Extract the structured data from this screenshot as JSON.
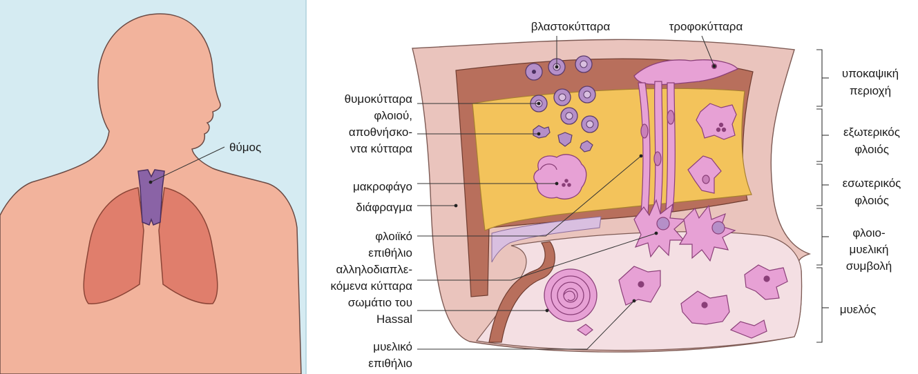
{
  "left_panel": {
    "organ_label": "θύμος"
  },
  "diagram": {
    "top_labels": [
      "βλαστοκύτταρα",
      "τροφοκύτταρα"
    ],
    "left_labels": [
      [
        "θυμοκύτταρα",
        "φλοιού,",
        "αποθνήσκο-",
        "ντα κύτταρα"
      ],
      [
        "μακροφάγο"
      ],
      [
        "διάφραγμα"
      ],
      [
        "φλοιϊκό",
        "επιθήλιο"
      ],
      [
        "αλληλοδιαπλε-",
        "κόμενα κύτταρα"
      ],
      [
        "σωμάτιο του",
        "Hassal"
      ],
      [
        "μυελικό",
        "επιθήλιο"
      ]
    ],
    "region_labels": [
      [
        "υποκαψική",
        "περιοχή"
      ],
      [
        "εξωτερικός",
        "φλοιός"
      ],
      [
        "εσωτερικός",
        "φλοιός"
      ],
      [
        "φλοιο-",
        "μυελική",
        "συμβολή"
      ],
      [
        "μυελός"
      ]
    ]
  },
  "colors": {
    "left_bg": "#d5ebf2",
    "skin": "#f2b39c",
    "lung": "#e07e6c",
    "thymus": "#8a63a6",
    "capsule": "#eac4bd",
    "subcapsular": "#b86f5c",
    "cortex": "#f3c35b",
    "cell_violet": "#b58fc8",
    "cell_pink": "#e7a1d5",
    "medulla": "#f4dfe3",
    "trabecula": "#d9bfe0"
  }
}
